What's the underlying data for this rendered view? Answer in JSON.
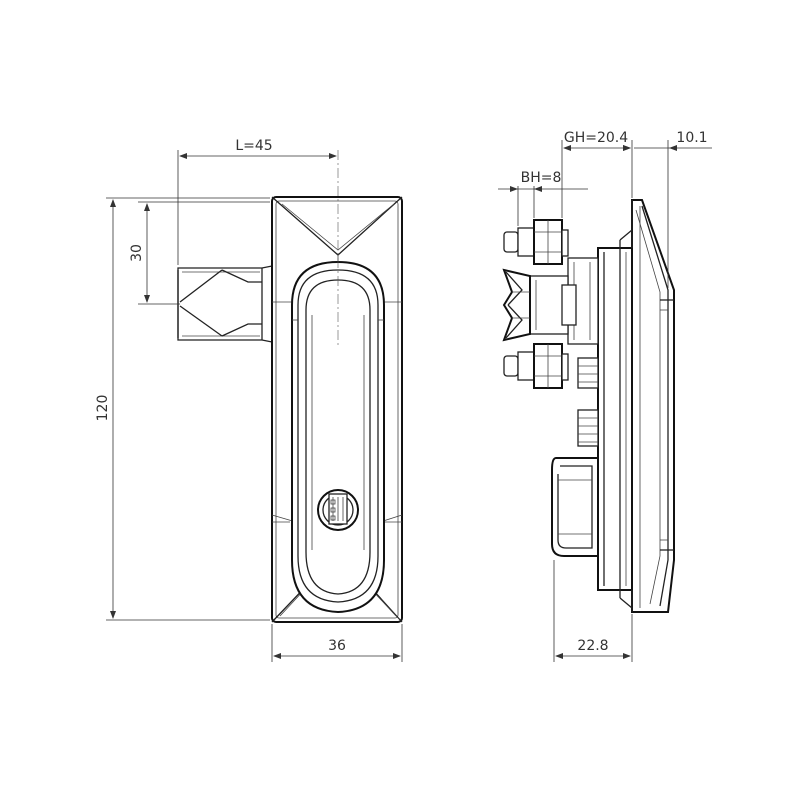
{
  "dimensions": {
    "lever_length": "L=45",
    "lever_offset": "30",
    "total_height": "120",
    "width": "36",
    "gh": "GH=20.4",
    "bh": "BH=8",
    "flange": "10.1",
    "depth": "22.8"
  },
  "colors": {
    "line": "#222222",
    "background": "#ffffff"
  }
}
